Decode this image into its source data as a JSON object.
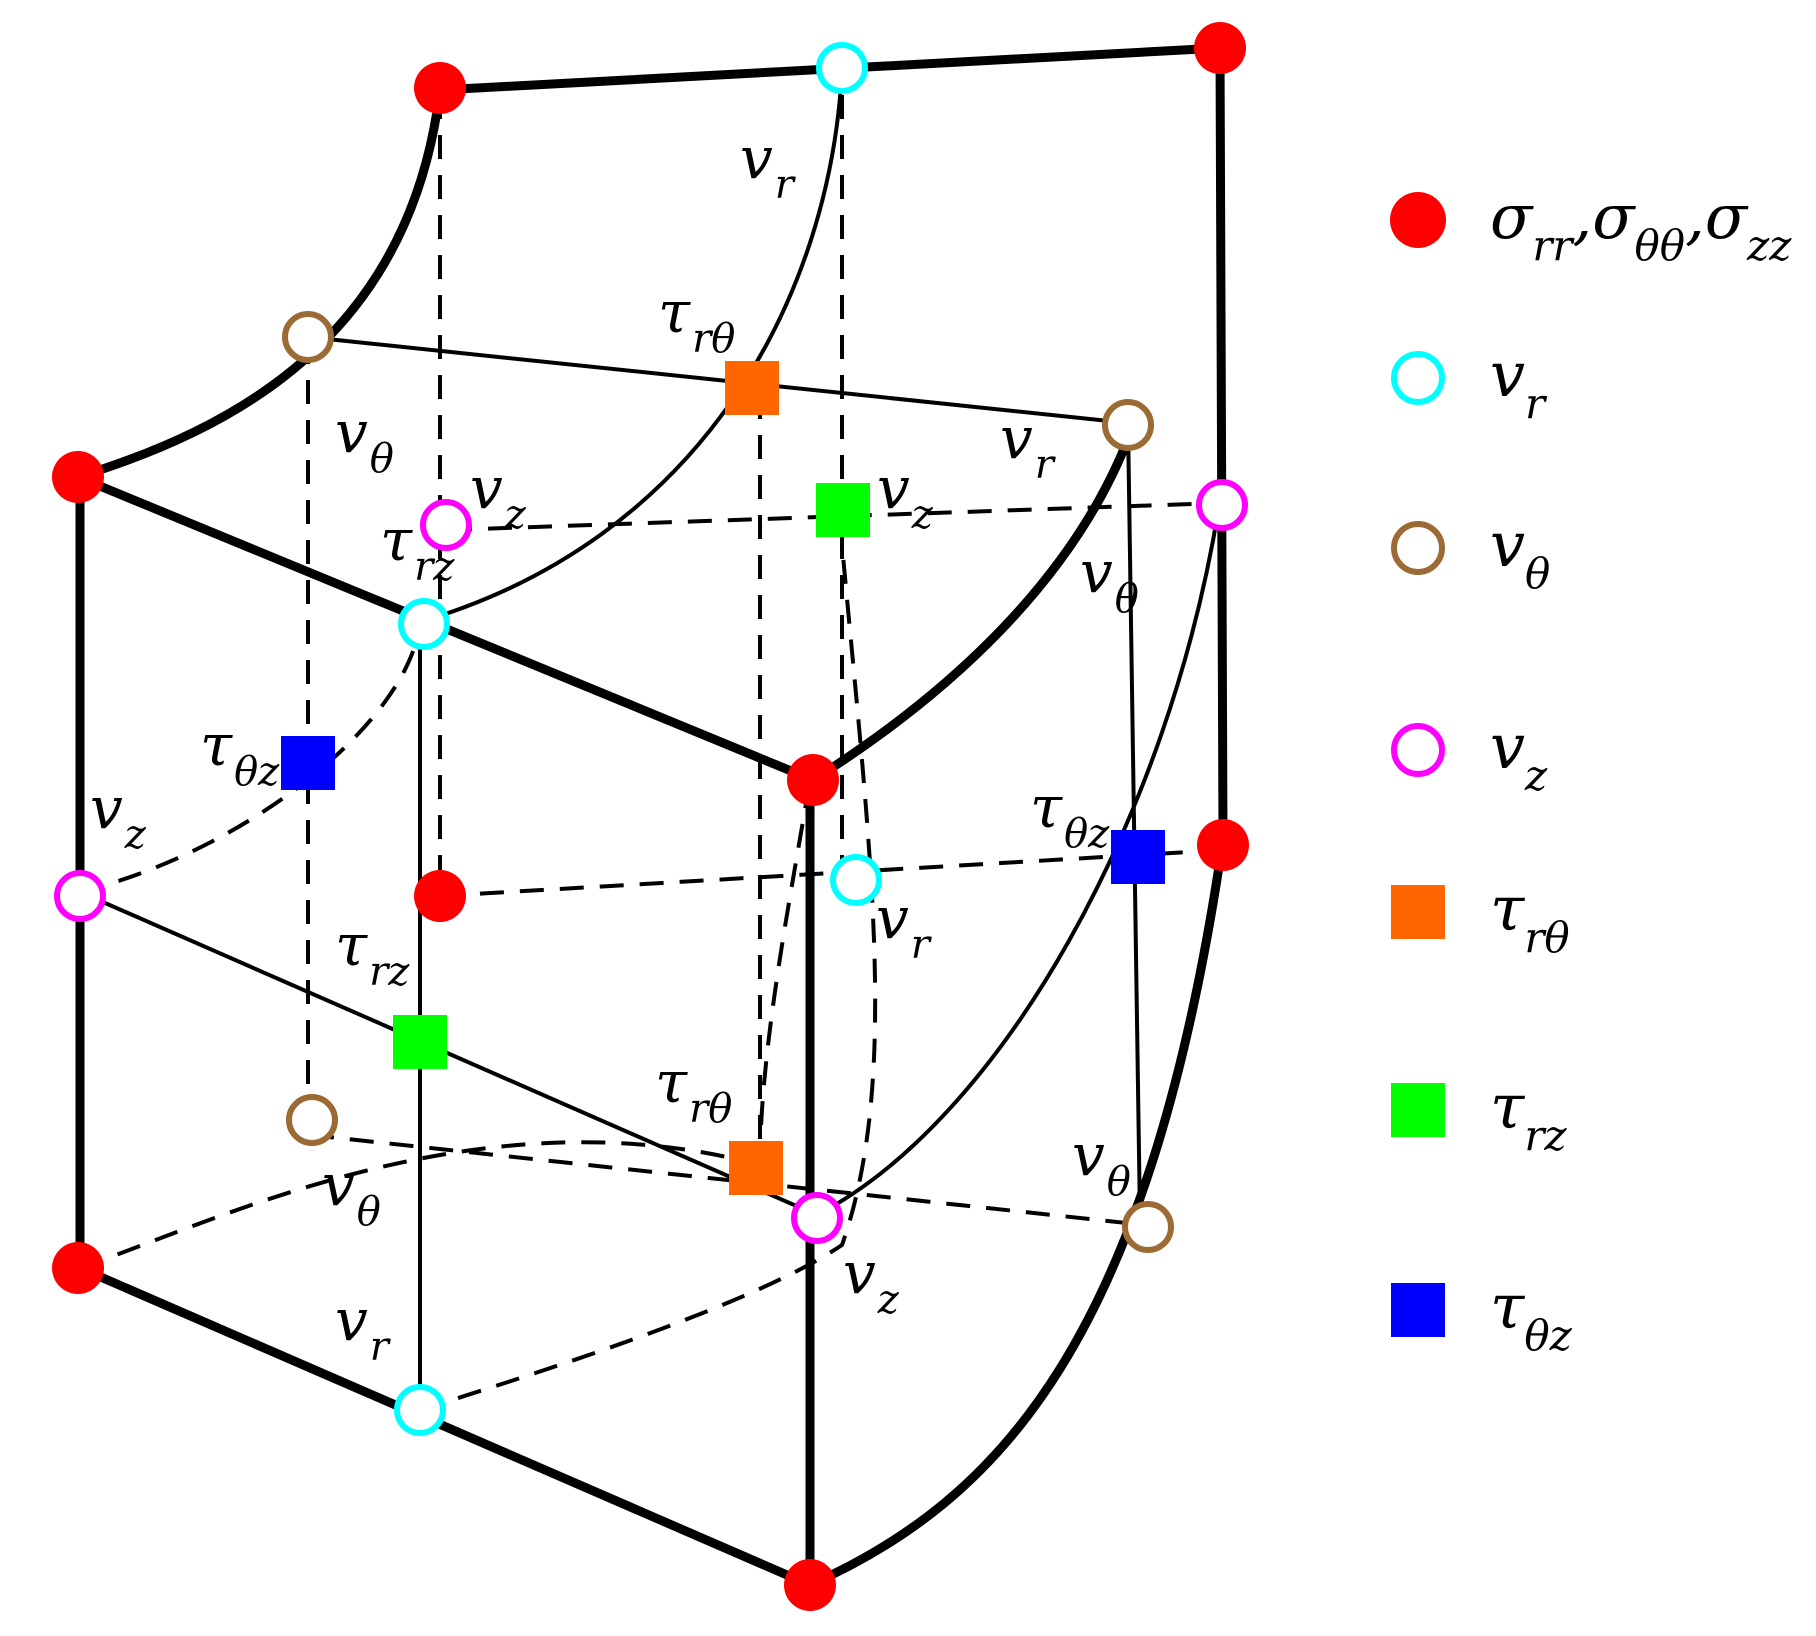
{
  "colors": {
    "stress_normal": "#ff0000",
    "v_r": "#00ffff",
    "v_theta": "#9c6a34",
    "v_z": "#ff00ff",
    "tau_r_theta": "#ff6600",
    "tau_rz": "#00ff00",
    "tau_theta_z": "#0000ff",
    "edge": "#000000"
  },
  "legend": [
    {
      "symbol": "filled-circle",
      "color_key": "stress_normal",
      "parts": [
        [
          "σ",
          "rr"
        ],
        [
          ",σ",
          "θθ"
        ],
        [
          ",σ",
          "zz"
        ]
      ]
    },
    {
      "symbol": "open-circle",
      "color_key": "v_r",
      "parts": [
        [
          "v",
          "r"
        ]
      ]
    },
    {
      "symbol": "open-circle",
      "color_key": "v_theta",
      "parts": [
        [
          "v",
          "θ"
        ]
      ]
    },
    {
      "symbol": "open-circle",
      "color_key": "v_z",
      "parts": [
        [
          "v",
          "z"
        ]
      ]
    },
    {
      "symbol": "square",
      "color_key": "tau_r_theta",
      "parts": [
        [
          "τ",
          "rθ"
        ]
      ]
    },
    {
      "symbol": "square",
      "color_key": "tau_rz",
      "parts": [
        [
          "τ",
          "rz"
        ]
      ]
    },
    {
      "symbol": "square",
      "color_key": "tau_theta_z",
      "parts": [
        [
          "τ",
          "θz"
        ]
      ]
    }
  ],
  "labels": [
    {
      "main": "v",
      "sub": "r"
    },
    {
      "main": "τ",
      "sub": "rθ"
    },
    {
      "main": "v",
      "sub": "θ"
    },
    {
      "main": "v",
      "sub": "z"
    },
    {
      "main": "v",
      "sub": "z"
    },
    {
      "main": "τ",
      "sub": "rz"
    },
    {
      "main": "v",
      "sub": "r"
    },
    {
      "main": "v",
      "sub": "θ"
    },
    {
      "main": "τ",
      "sub": "θz"
    },
    {
      "main": "v",
      "sub": "z"
    },
    {
      "main": "τ",
      "sub": "θz"
    },
    {
      "main": "v",
      "sub": "r"
    },
    {
      "main": "τ",
      "sub": "rz"
    },
    {
      "main": "τ",
      "sub": "rθ"
    },
    {
      "main": "v",
      "sub": "θ"
    },
    {
      "main": "v",
      "sub": "θ"
    },
    {
      "main": "v",
      "sub": "z"
    },
    {
      "main": "v",
      "sub": "r"
    }
  ]
}
